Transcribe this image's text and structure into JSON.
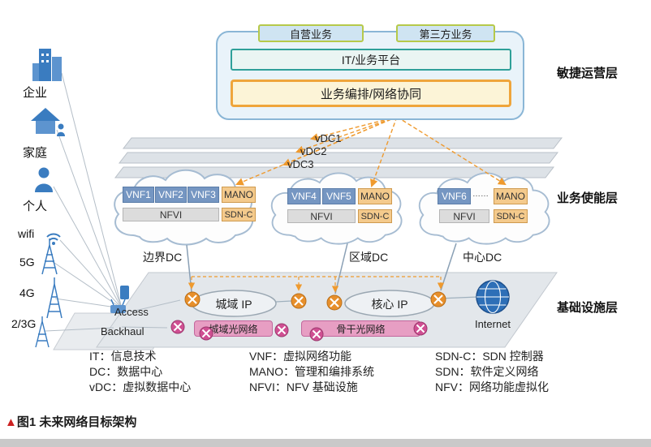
{
  "platform_panel": {
    "tabs": [
      "自营业务",
      "第三方业务"
    ],
    "it_platform": "IT/业务平台",
    "orchestration": "业务编排/网络协同"
  },
  "layer_labels": {
    "agile": "敏捷运营层",
    "enablement": "业务使能层",
    "infrastructure": "基础设施层"
  },
  "vdc_labels": [
    "vDC1",
    "vDC2",
    "vDC3"
  ],
  "clouds": [
    {
      "vnfs": [
        "VNF1",
        "VNF2",
        "VNF3"
      ],
      "mano": "MANO",
      "nfvi": "NFVI",
      "sdnc": "SDN-C",
      "dc_label": "边界DC"
    },
    {
      "vnfs": [
        "VNF4",
        "VNF5"
      ],
      "mano": "MANO",
      "nfvi": "NFVI",
      "sdnc": "SDN-C",
      "dc_label": "区域DC"
    },
    {
      "vnfs": [
        "VNF6"
      ],
      "ellipsis": "……",
      "mano": "MANO",
      "nfvi": "NFVI",
      "sdnc": "SDN-C",
      "dc_label": "中心DC"
    }
  ],
  "access_side": {
    "enterprise": "企业",
    "home": "家庭",
    "personal": "个人",
    "wifi": "wifi",
    "g5": "5G",
    "g4": "4G",
    "g23": "2/3G"
  },
  "network": {
    "access": "Access",
    "backhaul": "Backhaul",
    "metro_ip": "城域 IP",
    "core_ip": "核心 IP",
    "metro_optical": "城域光网络",
    "backbone_optical": "骨干光网络",
    "internet": "Internet"
  },
  "legend": {
    "col1": [
      "IT：信息技术",
      "DC：数据中心",
      "vDC：虚拟数据中心"
    ],
    "col2": [
      "VNF：虚拟网络功能",
      "MANO：管理和编排系统",
      "NFVI：NFV 基础设施"
    ],
    "col3": [
      "SDN-C：SDN 控制器",
      "SDN：软件定义网络",
      "NFV：网络功能虚拟化"
    ]
  },
  "caption": {
    "marker": "▲",
    "text": "图1 未来网络目标架构"
  },
  "colors": {
    "accent_orange": "#efa53b",
    "teal_border": "#2fa099",
    "tab_border": "#b6c94a",
    "vnf_blue": "#7596c2",
    "mano_tan": "#f4ca8c",
    "optical_pink": "#e79ec3",
    "router_orange": "#e78f2b",
    "router_pink": "#cf4f92",
    "internet_blue": "#2e6fb7"
  }
}
